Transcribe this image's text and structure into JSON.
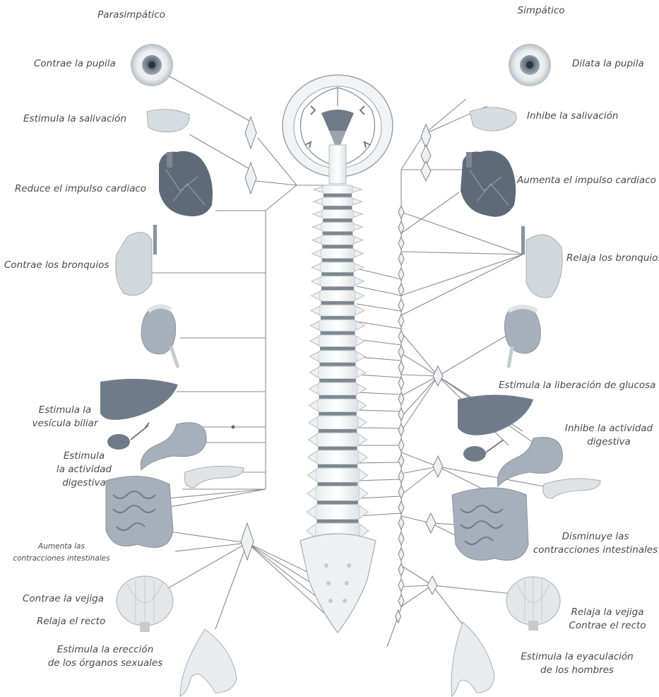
{
  "headers": {
    "parasympathetic": "Parasimpático",
    "sympathetic": "Simpático"
  },
  "parasympathetic": {
    "pupil": "Contrae la pupila",
    "salivation": "Estimula la salivación",
    "heart": "Reduce el impulso cardiaco",
    "bronchi": "Contrae los bronquios",
    "gallbladder": "Estimula la\nvesícula biliar",
    "digestive": "Estimula\nla actividad digestiva",
    "intestines": "Aumenta las\ncontracciones intestinales",
    "bladder": "Contrae la vejiga",
    "rectum": "Relaja el recto",
    "genitals": "Estimula la erección\nde los órganos sexuales"
  },
  "sympathetic": {
    "pupil": "Dilata la pupila",
    "salivation": "Inhibe la salivación",
    "heart": "Aumenta el impulso cardiaco",
    "bronchi": "Relaja los bronquios",
    "glucose": "Estimula la liberación de glucosa",
    "digestive": "Inhibe la actividad\ndigestiva",
    "intestines": "Disminuye las\ncontracciones intestinales",
    "bladder_rectum": "Relaja la vejiga\nContrae el recto",
    "ejaculation": "Estimula la eyaculación\nde los hombres"
  },
  "colors": {
    "line": "#8a8a8a",
    "organ_dark": "#5e6a78",
    "organ_mid": "#a7b0ba",
    "organ_light": "#dfe3e6",
    "text": "#4a4a4a"
  }
}
